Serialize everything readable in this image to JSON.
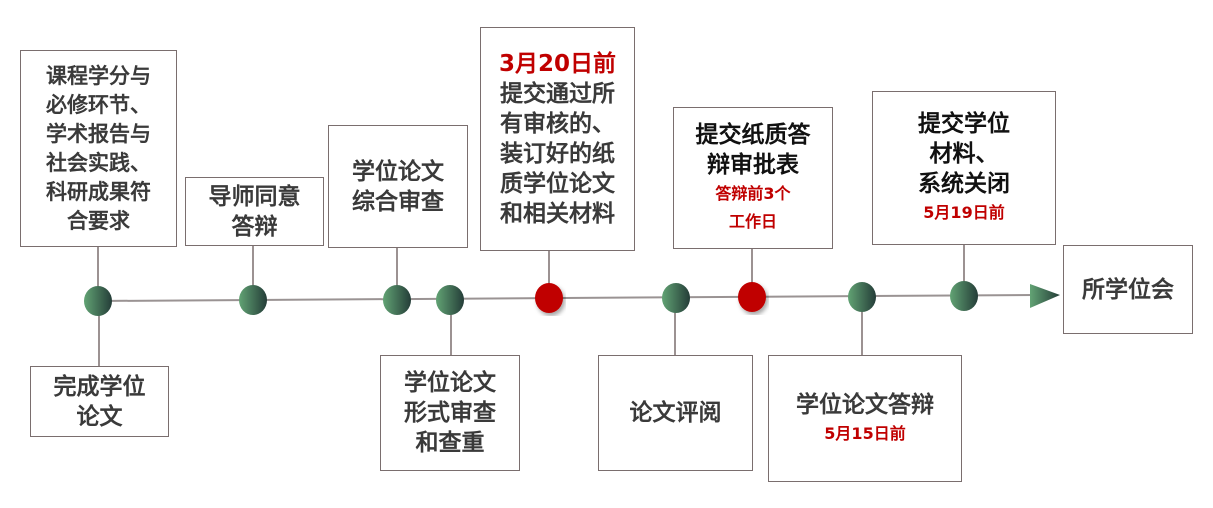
{
  "steps_top": [
    {
      "text": "课程学分与必修环节、学术报告与社会实践、科研成果符合要求",
      "lines": [
        "课程学分与",
        "必修环节、",
        "学术报告与",
        "社会实践、",
        "科研成果符",
        "合要求"
      ]
    },
    {
      "lines": [
        "导师同意",
        "答辩"
      ]
    },
    {
      "lines": [
        "学位论文",
        "综合审查"
      ]
    },
    {
      "deadline": "3月20日前",
      "lines": [
        "提交通过所",
        "有审核的、",
        "装订好的纸",
        "质学位论文",
        "和相关材料"
      ]
    },
    {
      "lines": [
        "提交纸质答",
        "辩审批表"
      ],
      "note": [
        "答辩前3个",
        "工作日"
      ]
    },
    {
      "lines": [
        "提交学位",
        "材料、",
        "系统关闭"
      ],
      "note": [
        "5月19日前"
      ]
    }
  ],
  "steps_bottom": [
    {
      "lines": [
        "完成学位",
        "论文"
      ]
    },
    {
      "lines": [
        "学位论文",
        "形式审查",
        "和查重"
      ]
    },
    {
      "lines": [
        "论文评阅"
      ]
    },
    {
      "lines": [
        "学位论文答辩"
      ],
      "note": [
        "5月15日前"
      ]
    }
  ],
  "end": {
    "label": "所学位会"
  },
  "colors": {
    "green": "#4e8a60",
    "red": "#c00000",
    "border": "#7a6e6e"
  }
}
